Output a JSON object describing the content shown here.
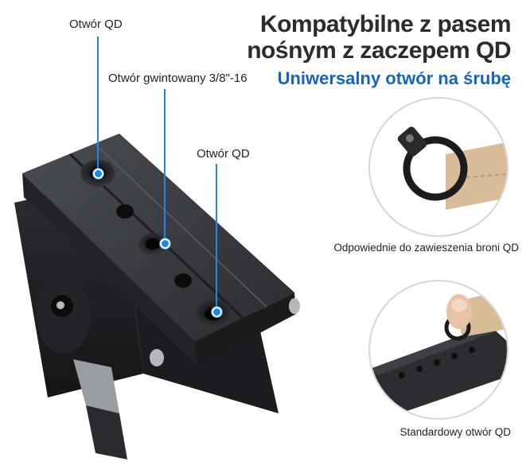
{
  "headline": {
    "line1": "Kompatybilne z pasem",
    "line2": "nośnym z zaczepem QD"
  },
  "subheadline": "Uniwersalny otwór na śrubę",
  "callouts": {
    "qd_hole_top": "Otwór QD",
    "threaded_hole": "Otwór gwintowany 3/8\"-16",
    "qd_hole_right": "Otwór QD"
  },
  "insets": {
    "sling_caption": "Odpowiednie do zawieszenia broni QD",
    "standard_caption": "Standardowy otwór QD"
  },
  "colors": {
    "accent": "#1e88e5",
    "headline": "#2c2c2c",
    "subhead": "#1565c0"
  }
}
